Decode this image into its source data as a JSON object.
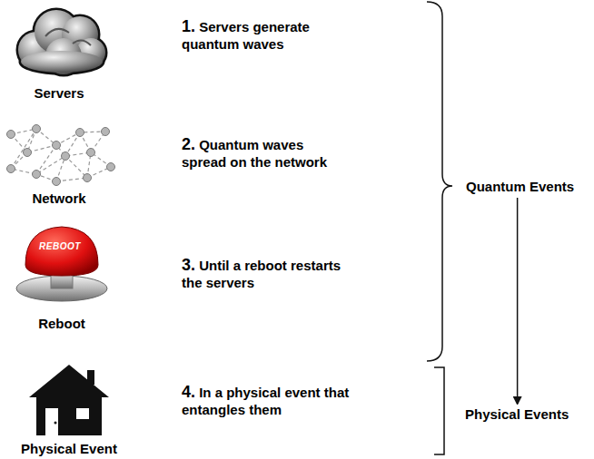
{
  "diagram": {
    "nodes": [
      {
        "text": [
          "Quantum Events"
        ]
      },
      {
        "text": [
          "Physical Events"
        ]
      }
    ],
    "edges": [
      {
        "from": 0,
        "to": 1,
        "arrow": "to"
      }
    ],
    "labels": [
      "Servers",
      "1.",
      "Servers generate quantum waves",
      "Network",
      "2.",
      "Quantum waves spread on the network",
      "REBOOT",
      "Reboot",
      "3.",
      "Until a reboot restarts the servers",
      "Physical Event",
      "4.",
      "In a physical event that entangles them"
    ]
  }
}
